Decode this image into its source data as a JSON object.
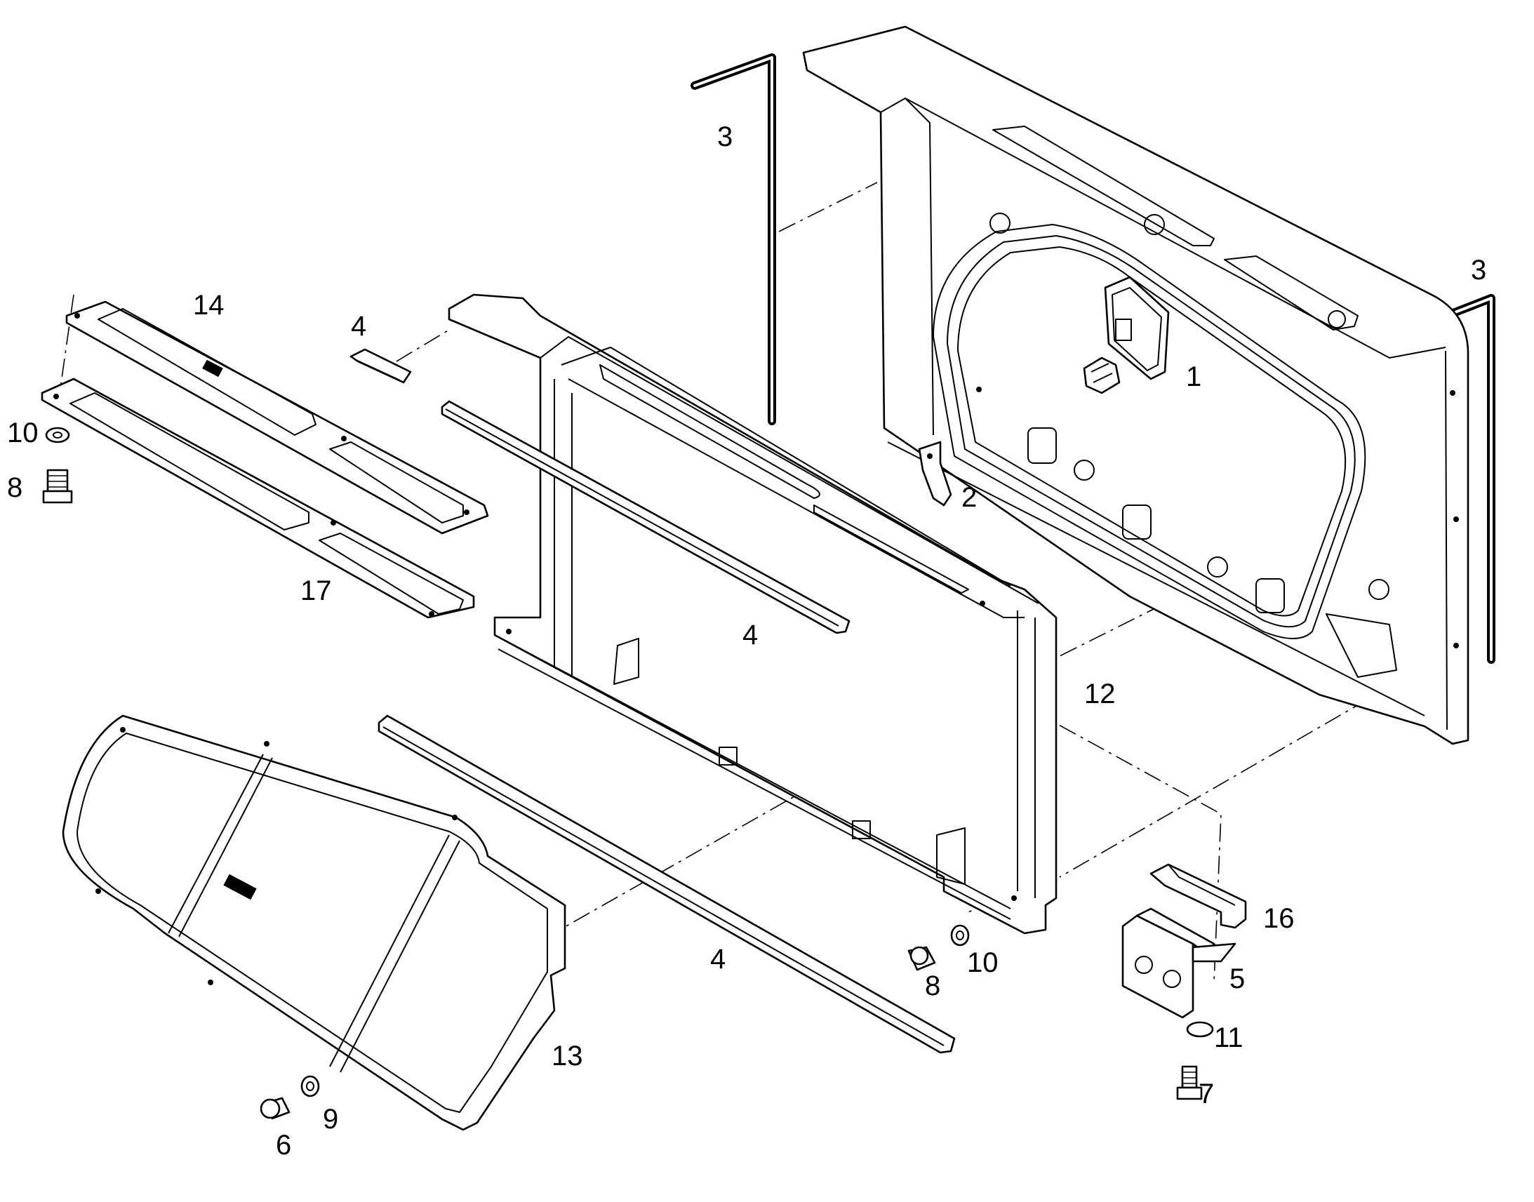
{
  "callouts": {
    "c1": "1",
    "c2": "2",
    "c3a": "3",
    "c3b": "3",
    "c4a": "4",
    "c4b": "4",
    "c4c": "4",
    "c5": "5",
    "c6": "6",
    "c7": "7",
    "c8a": "8",
    "c8b": "8",
    "c9": "9",
    "c10a": "10",
    "c10b": "10",
    "c11": "11",
    "c12": "12",
    "c13": "13",
    "c14": "14",
    "c16": "16",
    "c17": "17"
  }
}
